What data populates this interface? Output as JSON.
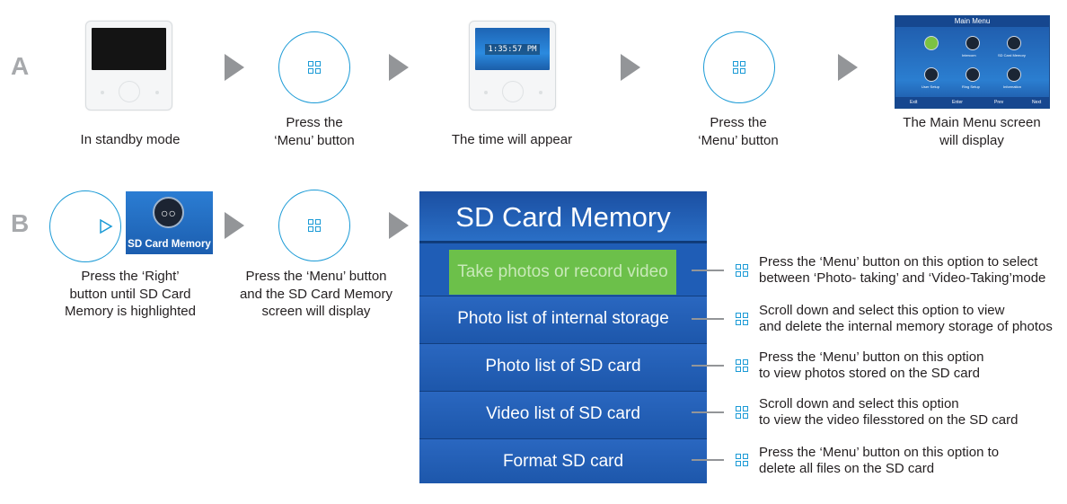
{
  "rows": {
    "a": "A",
    "b": "B"
  },
  "row_a": {
    "captions": {
      "standby": "In standby mode",
      "press_menu_1_line1": "Press the",
      "press_menu_1_line2": "‘Menu’ button",
      "time_appear": "The time will appear",
      "press_menu_2_line1": "Press the",
      "press_menu_2_line2": "‘Menu’ button",
      "main_menu_line1": "The Main Menu screen",
      "main_menu_line2": "will display"
    },
    "clock_time": "1:35:57 PM",
    "main_menu": {
      "title": "Main Menu",
      "items": [
        "Intercom",
        "SD Card Memory",
        "User Setup",
        "Ring Setup",
        "Information"
      ],
      "footer": [
        "Exit",
        "Enter",
        "Prev",
        "Next"
      ]
    }
  },
  "row_b": {
    "captions": {
      "right_line1": "Press the ‘Right’",
      "right_line2": "button until SD Card",
      "right_line3": "Memory is highlighted",
      "menu_line1": "Press the ‘Menu’ button",
      "menu_line2": "and the SD Card Memory",
      "menu_line3": "screen will display"
    },
    "thumb_label": "SD Card Memory",
    "sd_screen": {
      "title": "SD Card Memory",
      "options": [
        "Take photos or record video",
        "Photo list of internal storage",
        "Photo list of SD card",
        "Video list of SD card",
        "Format SD card"
      ]
    },
    "descriptions": [
      {
        "l1": "Press the ‘Menu’ button on this option to select",
        "l2": "between ‘Photo- taking’  and ‘Video-Taking’mode"
      },
      {
        "l1": "Scroll down and select this option to view",
        "l2": "and delete the internal memory storage of photos"
      },
      {
        "l1": "Press the ‘Menu’ button on this option",
        "l2": "to view photos stored on the SD card"
      },
      {
        "l1": "Scroll down and select this option",
        "l2": "to view the video filesstored on the SD card"
      },
      {
        "l1": "Press the ‘Menu’ button on this option to",
        "l2": "delete all files on the SD card"
      }
    ]
  },
  "colors": {
    "accent": "#1a9ad6",
    "arrow": "#939598",
    "panel_blue": "#1f5db6",
    "highlight_green": "#6cc04a"
  },
  "icons": [
    "menu-icon",
    "right-arrow-icon",
    "camera-icon"
  ]
}
